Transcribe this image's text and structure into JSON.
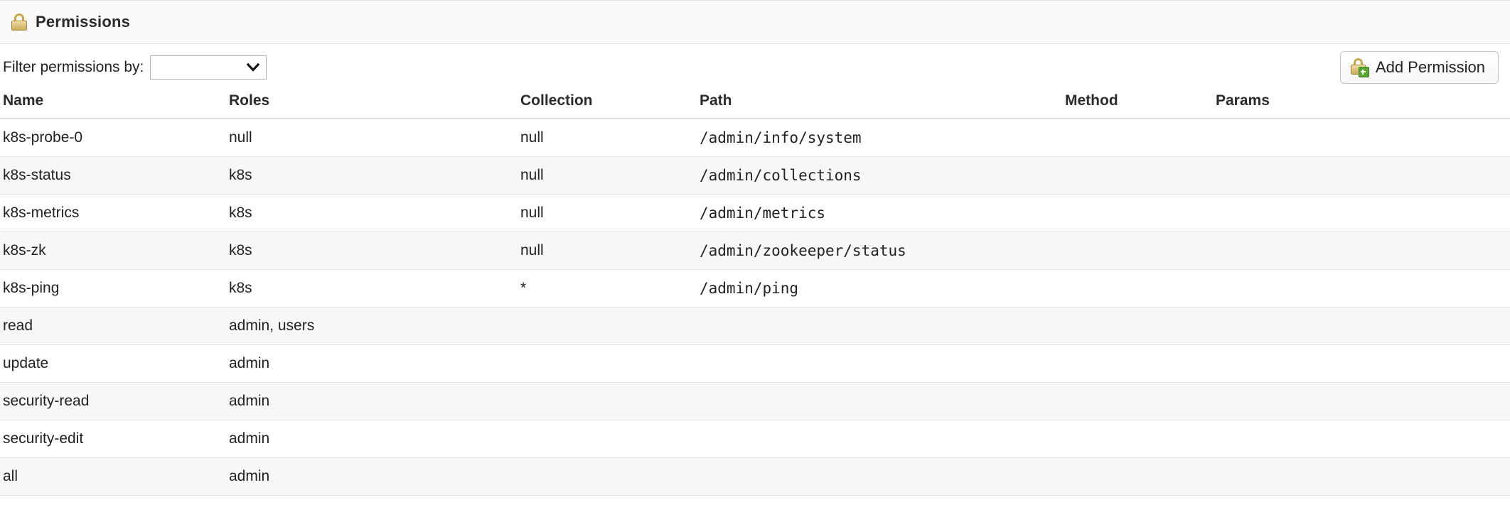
{
  "panel": {
    "title": "Permissions",
    "title_icon": "lock-icon"
  },
  "toolbar": {
    "filter_label": "Filter permissions by:",
    "filter_value": "",
    "filter_placeholder": "",
    "filter_options": [
      ""
    ],
    "dropdown_icon": "chevron-down-icon",
    "add_button_label": "Add Permission",
    "add_button_icon": "lock-add-icon"
  },
  "table": {
    "columns": [
      "Name",
      "Roles",
      "Collection",
      "Path",
      "Method",
      "Params"
    ],
    "rows": [
      {
        "name": "k8s-probe-0",
        "roles": "null",
        "collection": "null",
        "path": "/admin/info/system",
        "method": "",
        "params": ""
      },
      {
        "name": "k8s-status",
        "roles": "k8s",
        "collection": "null",
        "path": "/admin/collections",
        "method": "",
        "params": ""
      },
      {
        "name": "k8s-metrics",
        "roles": "k8s",
        "collection": "null",
        "path": "/admin/metrics",
        "method": "",
        "params": ""
      },
      {
        "name": "k8s-zk",
        "roles": "k8s",
        "collection": "null",
        "path": "/admin/zookeeper/status",
        "method": "",
        "params": ""
      },
      {
        "name": "k8s-ping",
        "roles": "k8s",
        "collection": "*",
        "path": "/admin/ping",
        "method": "",
        "params": ""
      },
      {
        "name": "read",
        "roles": "admin, users",
        "collection": "",
        "path": "",
        "method": "",
        "params": ""
      },
      {
        "name": "update",
        "roles": "admin",
        "collection": "",
        "path": "",
        "method": "",
        "params": ""
      },
      {
        "name": "security-read",
        "roles": "admin",
        "collection": "",
        "path": "",
        "method": "",
        "params": ""
      },
      {
        "name": "security-edit",
        "roles": "admin",
        "collection": "",
        "path": "",
        "method": "",
        "params": ""
      },
      {
        "name": "all",
        "roles": "admin",
        "collection": "",
        "path": "",
        "method": "",
        "params": ""
      }
    ]
  },
  "colors": {
    "titlebar_bg": "#fafafa",
    "row_stripe": "#f7f7f7",
    "border": "#e2e2e2",
    "text": "#222222",
    "lock_gold": "#ddc583",
    "plus_green": "#5aa832"
  }
}
